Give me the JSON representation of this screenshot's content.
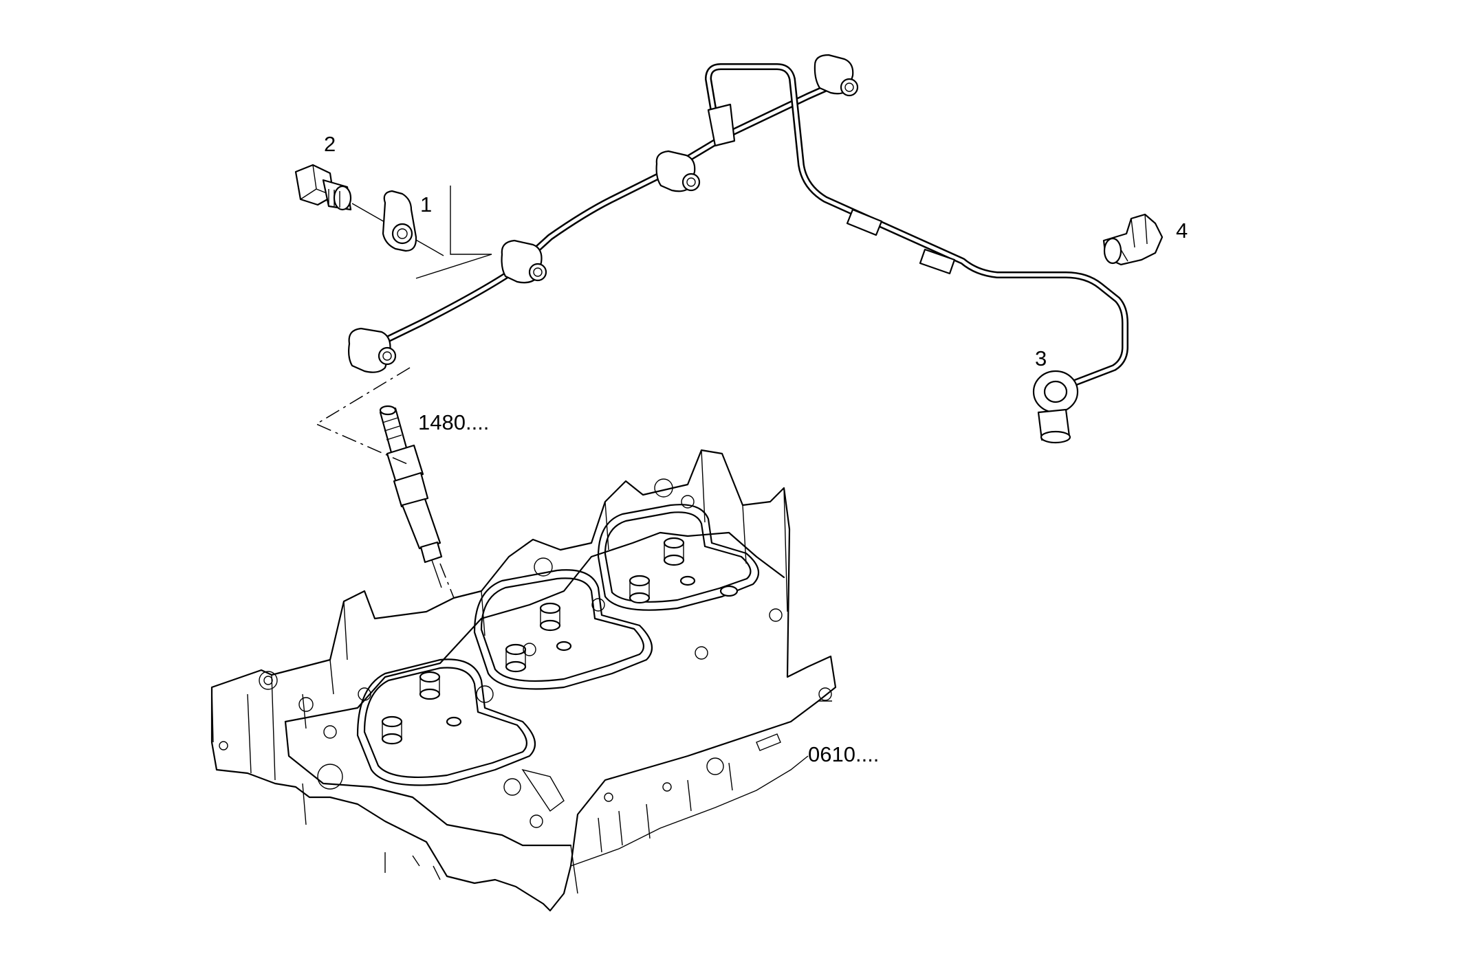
{
  "callouts": {
    "part_1": "1",
    "part_2": "2",
    "part_3": "3",
    "part_4": "4",
    "ref_injector": "1480....",
    "ref_cylinder_head": "0610...."
  },
  "colors": {
    "line": "#000000",
    "background": "#ffffff"
  }
}
